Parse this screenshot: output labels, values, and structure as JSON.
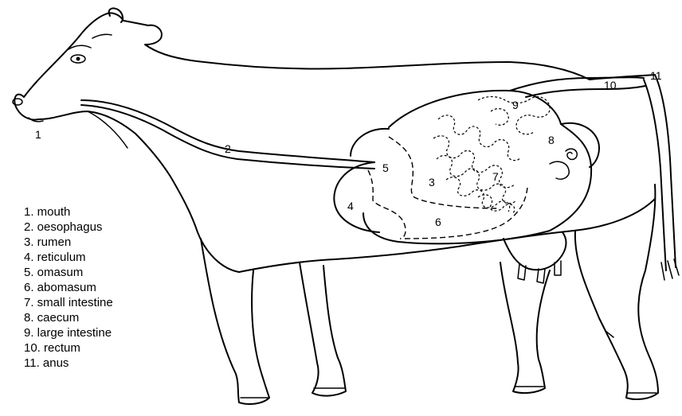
{
  "organs": [
    {
      "number": "1",
      "name": "mouth"
    },
    {
      "number": "2",
      "name": "oesophagus"
    },
    {
      "number": "3",
      "name": "rumen"
    },
    {
      "number": "4",
      "name": "reticulum"
    },
    {
      "number": "5",
      "name": "omasum"
    },
    {
      "number": "6",
      "name": "abomasum"
    },
    {
      "number": "7",
      "name": "small intestine"
    },
    {
      "number": "8",
      "name": "caecum"
    },
    {
      "number": "9",
      "name": "large intestine"
    },
    {
      "number": "10",
      "name": "rectum"
    },
    {
      "number": "11",
      "name": "anus"
    }
  ],
  "legend": [
    "1. mouth",
    "2. oesophagus",
    "3. rumen",
    "4. reticulum",
    "5. omasum",
    "6. abomasum",
    "7. small intestine",
    "8. caecum",
    "9. large intestine",
    "10. rectum",
    "11. anus"
  ],
  "colors": {
    "line": "#000000",
    "background": "#ffffff"
  }
}
